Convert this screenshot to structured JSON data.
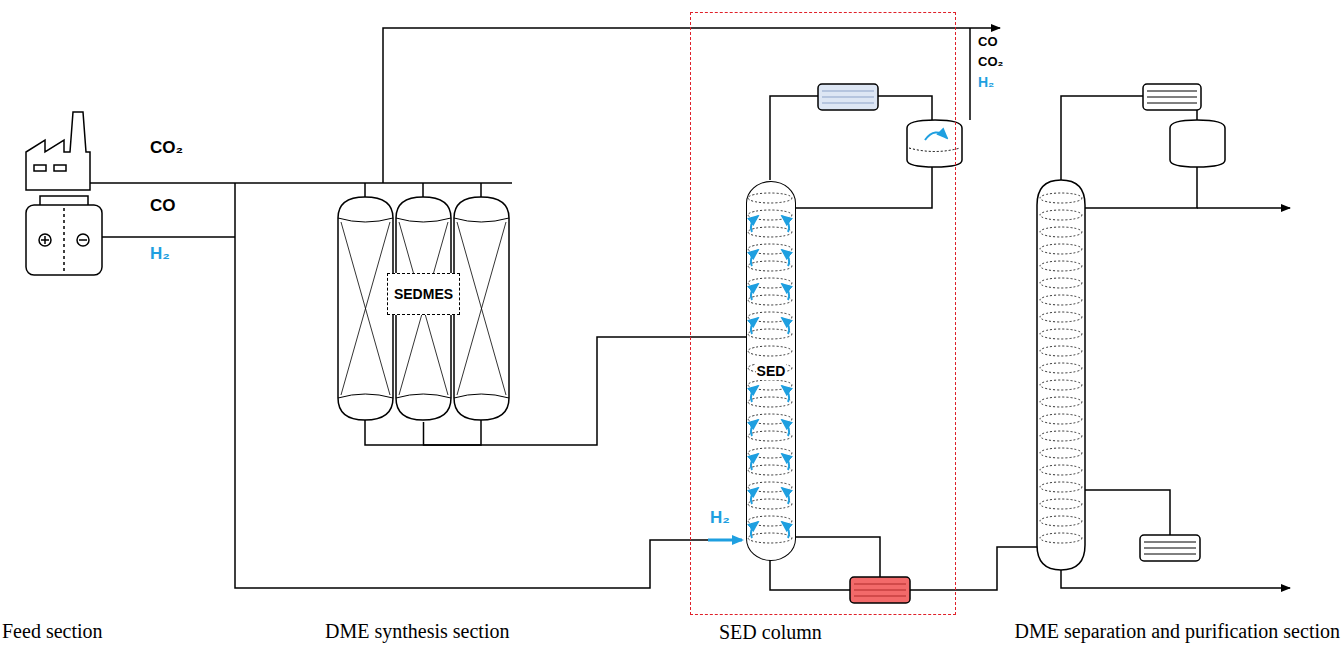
{
  "diagram": {
    "nodes": [
      {
        "text": [
          "SEDMES"
        ]
      },
      {
        "text": [
          "SED column"
        ]
      },
      {
        "text": [
          "SED"
        ],
        "in": 1
      }
    ],
    "edges": [
      {
        "from": 0,
        "to": 2,
        "arrow": "none"
      }
    ],
    "labels": [
      "CO₂",
      "CO",
      "H₂",
      "H₂",
      "CO",
      "CO₂",
      "H₂",
      "Feed section",
      "DME synthesis section",
      "DME separation and purification section"
    ]
  }
}
